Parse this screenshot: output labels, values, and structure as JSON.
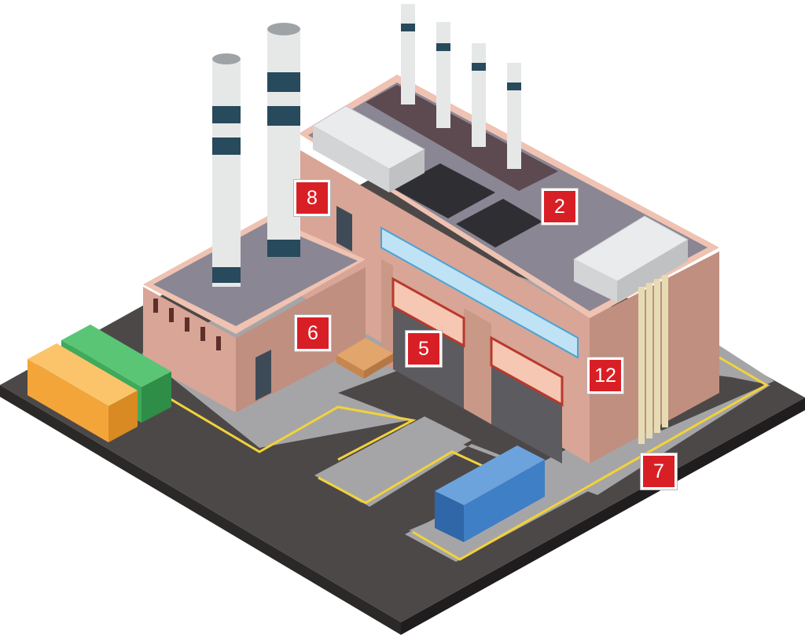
{
  "colors": {
    "ground": "#4d4848",
    "ground_side": "#2b2828",
    "concrete": "#a5a5a7",
    "yellow_line": "#f2d23a",
    "wall_light": "#d8a596",
    "wall_dark": "#c08f80",
    "wall_trim": "#efc2b2",
    "roof": "#8a8694",
    "roof_dark": "#5d4950",
    "stack": "#e6e8e8",
    "stack_band": "#274a5c",
    "window": "#bfe3f5",
    "window_frame": "#4aa3d8",
    "door": "#3e4b57",
    "shutter": "#f6c7b3",
    "shutter_frame": "#b9382c",
    "hvac": "#e9ebec",
    "pipe": "#e6dcb4",
    "crate": "#e2a56b",
    "container_orange": "#f4a53a",
    "container_green": "#3faa5a",
    "container_blue": "#3f7fc6",
    "label_bg": "#d91f26",
    "label_text": "#ffffff"
  },
  "labels": [
    {
      "id": "8",
      "text": "8"
    },
    {
      "id": "2",
      "text": "2"
    },
    {
      "id": "6",
      "text": "6"
    },
    {
      "id": "5",
      "text": "5"
    },
    {
      "id": "12",
      "text": "12"
    },
    {
      "id": "7",
      "text": "7"
    }
  ]
}
